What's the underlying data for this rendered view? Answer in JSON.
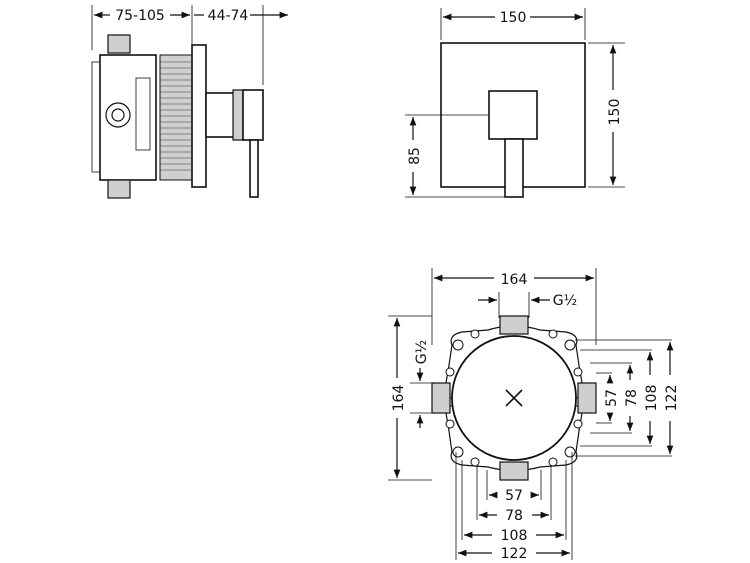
{
  "side_view": {
    "dim_depth": "75-105",
    "dim_projection": "44-74"
  },
  "front_view": {
    "dim_width": "150",
    "dim_height": "150",
    "dim_handle": "85"
  },
  "bottom_view": {
    "dim_width": "164",
    "dim_thread_top": "G½",
    "dim_height": "164",
    "dim_thread_left": "G½",
    "right_dims": [
      "57",
      "78",
      "108",
      "122"
    ],
    "bottom_dims": [
      "57",
      "78",
      "108",
      "122"
    ]
  }
}
